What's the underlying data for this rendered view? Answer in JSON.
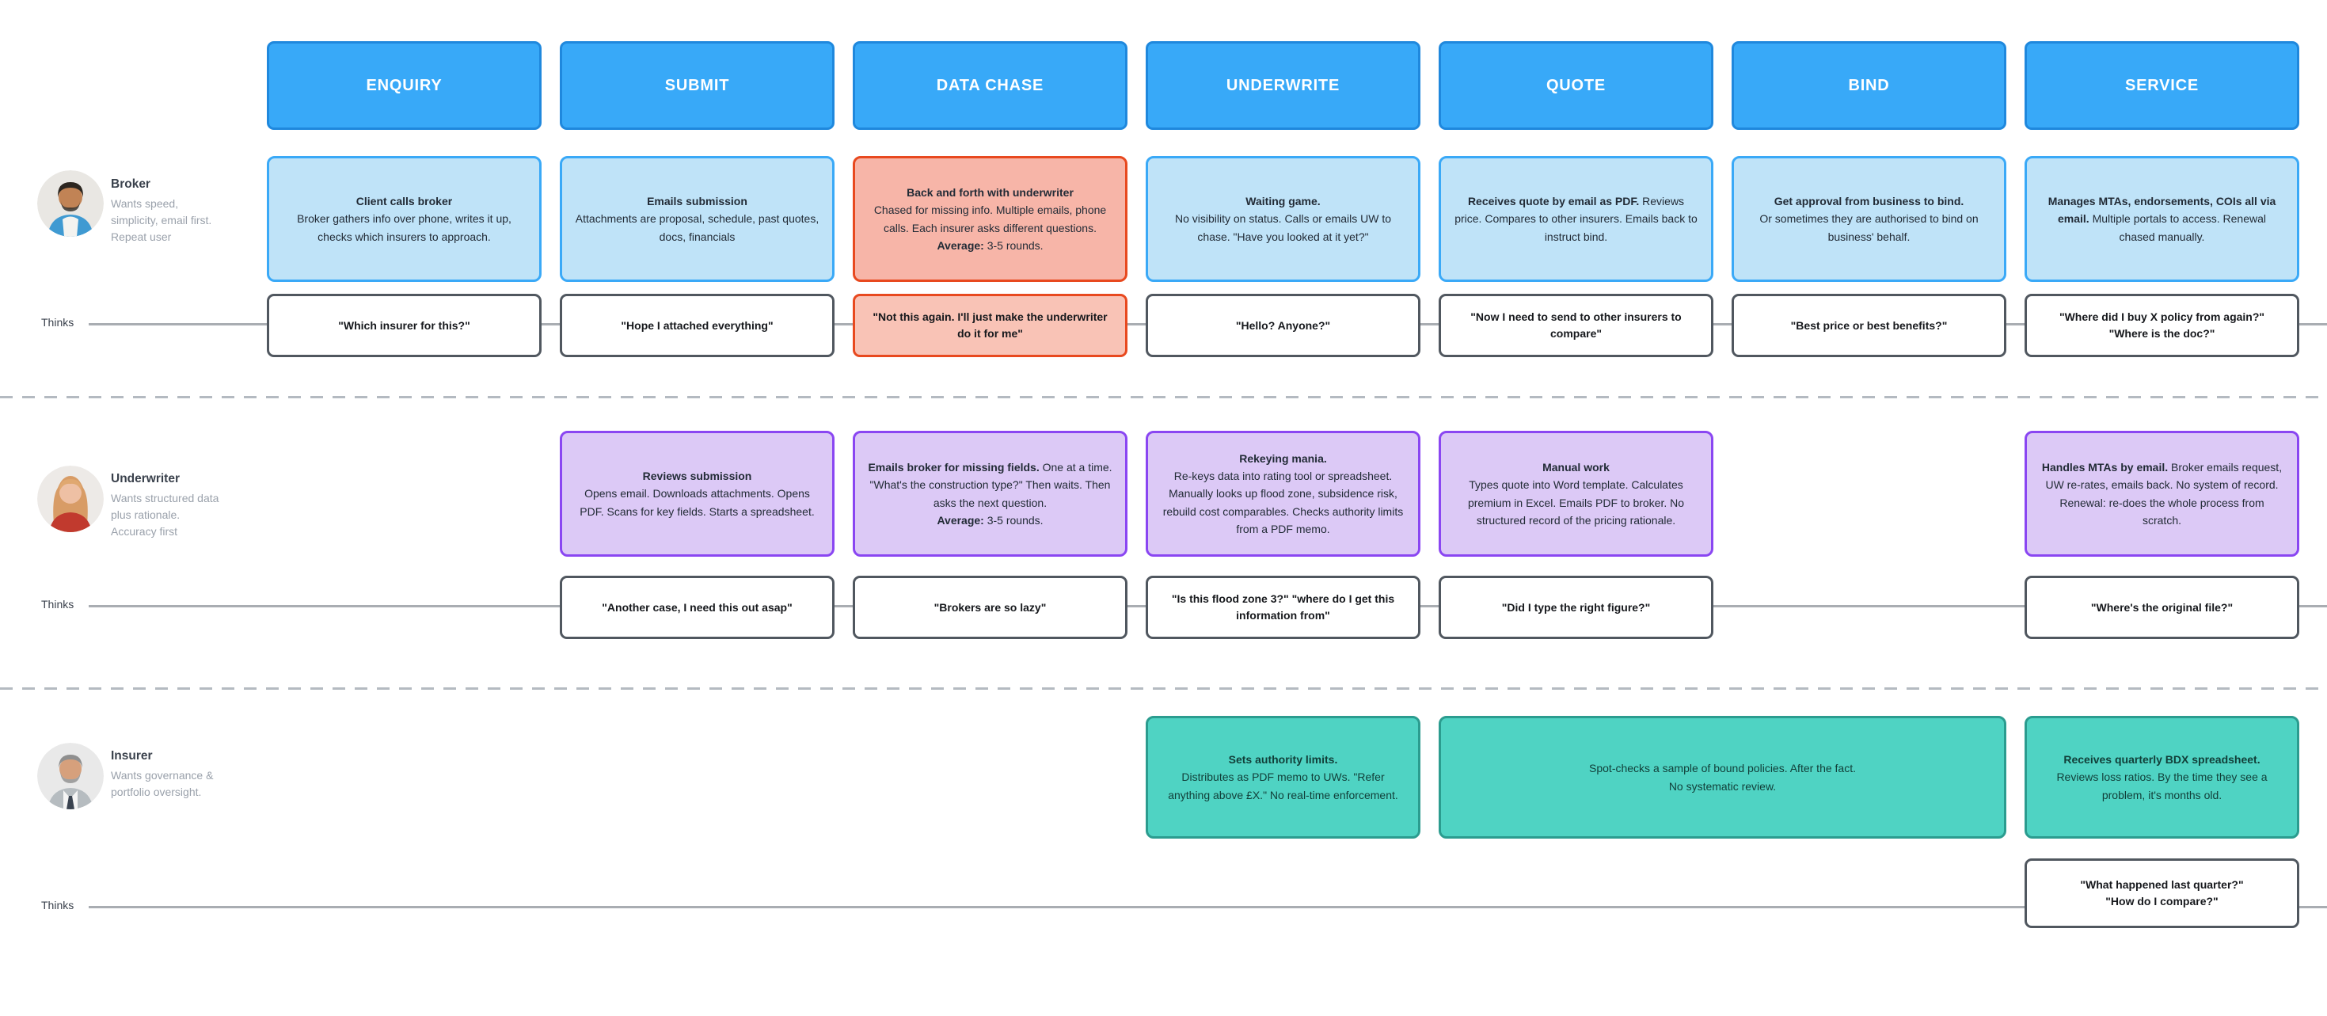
{
  "colors": {
    "stage_fill": "#38a9f8",
    "stage_border": "#1f88dd",
    "blue_fill": "#bfe3f8",
    "blue_border": "#3aa9f7",
    "red_fill": "#f7b5a8",
    "red_border": "#e8491f",
    "purple_fill": "#dcc9f6",
    "purple_border": "#8a46f2",
    "teal_fill": "#4fd3c3",
    "teal_border": "#2b9c8f",
    "thought_border": "#50575f",
    "line": "#a9adb2"
  },
  "stages": [
    {
      "label": "ENQUIRY"
    },
    {
      "label": "SUBMIT"
    },
    {
      "label": "DATA CHASE"
    },
    {
      "label": "UNDERWRITE"
    },
    {
      "label": "QUOTE"
    },
    {
      "label": "BIND"
    },
    {
      "label": "SERVICE"
    }
  ],
  "rows": [
    {
      "role": {
        "name": "Broker",
        "desc": "Wants speed,\nsimplicity, email first.\nRepeat user",
        "avatar": "broker-avatar"
      },
      "thinks_label": "Thinks",
      "actions": [
        {
          "col": 0,
          "span": 1,
          "variant": "blue",
          "segments": [
            {
              "text": "Client calls broker",
              "bold": true,
              "break_after": true
            },
            {
              "text": "Broker gathers info over phone, writes it up, checks which insurers to approach.",
              "bold": false
            }
          ]
        },
        {
          "col": 1,
          "span": 1,
          "variant": "blue",
          "segments": [
            {
              "text": "Emails submission",
              "bold": true,
              "break_after": true
            },
            {
              "text": "Attachments are proposal, schedule, past quotes, docs, financials",
              "bold": false
            }
          ]
        },
        {
          "col": 2,
          "span": 1,
          "variant": "red",
          "segments": [
            {
              "text": "Back and forth with underwriter",
              "bold": true,
              "break_after": true
            },
            {
              "text": "Chased for missing info. Multiple emails, phone calls. Each insurer asks different questions.",
              "bold": false,
              "break_after": true
            },
            {
              "text": "Average:",
              "bold": true
            },
            {
              "text": " 3-5 rounds.",
              "bold": false
            }
          ]
        },
        {
          "col": 3,
          "span": 1,
          "variant": "blue",
          "segments": [
            {
              "text": "Waiting game.",
              "bold": true,
              "break_after": true
            },
            {
              "text": "No visibility on status. Calls or emails UW to chase. \"Have you looked at it yet?\"",
              "bold": false
            }
          ]
        },
        {
          "col": 4,
          "span": 1,
          "variant": "blue",
          "segments": [
            {
              "text": "Receives quote by email as PDF.",
              "bold": true
            },
            {
              "text": " Reviews price. Compares to other insurers. Emails back to instruct bind.",
              "bold": false
            }
          ]
        },
        {
          "col": 5,
          "span": 1,
          "variant": "blue",
          "segments": [
            {
              "text": "Get approval from business to bind.",
              "bold": true,
              "break_after": true
            },
            {
              "text": "Or sometimes they are authorised to bind on business' behalf.",
              "bold": false
            }
          ]
        },
        {
          "col": 6,
          "span": 1,
          "variant": "blue",
          "segments": [
            {
              "text": "Manages MTAs, endorsements, COIs all via email.",
              "bold": true
            },
            {
              "text": " Multiple portals to access. Renewal chased manually.",
              "bold": false
            }
          ]
        }
      ],
      "thoughts": [
        {
          "col": 0,
          "variant": "default",
          "text": "\"Which insurer for this?\""
        },
        {
          "col": 1,
          "variant": "default",
          "text": "\"Hope I attached everything\""
        },
        {
          "col": 2,
          "variant": "red",
          "text": "\"Not this again. I'll just make the underwriter do it for me\""
        },
        {
          "col": 3,
          "variant": "default",
          "text": "\"Hello? Anyone?\""
        },
        {
          "col": 4,
          "variant": "default",
          "text": "\"Now I need to send to other insurers to compare\""
        },
        {
          "col": 5,
          "variant": "default",
          "text": "\"Best price or best benefits?\""
        },
        {
          "col": 6,
          "variant": "default",
          "text": "\"Where did I buy X policy from again?\" \"Where is the doc?\""
        }
      ]
    },
    {
      "role": {
        "name": "Underwriter",
        "desc": "Wants structured data\nplus rationale.\nAccuracy first",
        "avatar": "underwriter-avatar"
      },
      "thinks_label": "Thinks",
      "actions": [
        {
          "col": 1,
          "span": 1,
          "variant": "purple",
          "segments": [
            {
              "text": "Reviews submission",
              "bold": true,
              "break_after": true
            },
            {
              "text": "Opens email. Downloads attachments. Opens PDF. Scans for key fields. Starts a spreadsheet.",
              "bold": false
            }
          ]
        },
        {
          "col": 2,
          "span": 1,
          "variant": "purple",
          "segments": [
            {
              "text": "Emails broker for missing fields.",
              "bold": true
            },
            {
              "text": " One at a time. \"What's the construction type?\" Then waits. Then asks the next question.",
              "bold": false,
              "break_after": true
            },
            {
              "text": "Average:",
              "bold": true
            },
            {
              "text": " 3-5 rounds.",
              "bold": false
            }
          ]
        },
        {
          "col": 3,
          "span": 1,
          "variant": "purple",
          "segments": [
            {
              "text": "Rekeying mania.",
              "bold": true,
              "break_after": true
            },
            {
              "text": "Re-keys data into rating tool or spreadsheet. Manually looks up flood zone, subsidence risk, rebuild cost comparables. Checks authority limits from a PDF memo.",
              "bold": false
            }
          ]
        },
        {
          "col": 4,
          "span": 1,
          "variant": "purple",
          "segments": [
            {
              "text": "Manual work",
              "bold": true,
              "break_after": true
            },
            {
              "text": "Types quote into Word template. Calculates premium in Excel. Emails PDF to broker. No structured record of the pricing rationale.",
              "bold": false
            }
          ]
        },
        {
          "col": 6,
          "span": 1,
          "variant": "purple",
          "segments": [
            {
              "text": "Handles MTAs by email.",
              "bold": true
            },
            {
              "text": " Broker emails request, UW re-rates, emails back. No system of record. Renewal: re-does the whole process from scratch.",
              "bold": false
            }
          ]
        }
      ],
      "thoughts": [
        {
          "col": 1,
          "variant": "default",
          "text": "\"Another case, I need this out asap\""
        },
        {
          "col": 2,
          "variant": "default",
          "text": "\"Brokers are so lazy\""
        },
        {
          "col": 3,
          "variant": "default",
          "text": "\"Is this flood zone 3?\" \"where do I get this information from\""
        },
        {
          "col": 4,
          "variant": "default",
          "text": "\"Did I type the right figure?\""
        },
        {
          "col": 6,
          "variant": "default",
          "text": "\"Where's the original file?\""
        }
      ]
    },
    {
      "role": {
        "name": "Insurer",
        "desc": "Wants governance &\nportfolio oversight.",
        "avatar": "insurer-avatar"
      },
      "thinks_label": "Thinks",
      "actions": [
        {
          "col": 3,
          "span": 1,
          "variant": "teal",
          "segments": [
            {
              "text": "Sets authority limits.",
              "bold": true,
              "break_after": true
            },
            {
              "text": "Distributes as PDF memo to UWs. \"Refer anything above £X.\" No real-time enforcement.",
              "bold": false
            }
          ]
        },
        {
          "col": 4,
          "span": 2,
          "variant": "teal",
          "segments": [
            {
              "text": "Spot-checks a sample of bound policies. After the fact.",
              "bold": false,
              "break_after": true
            },
            {
              "text": "No systematic review.",
              "bold": false
            }
          ]
        },
        {
          "col": 6,
          "span": 1,
          "variant": "teal",
          "segments": [
            {
              "text": "Receives quarterly BDX spreadsheet.",
              "bold": true,
              "break_after": true
            },
            {
              "text": "Reviews loss ratios. By the time they see a problem, it's months old.",
              "bold": false
            }
          ]
        }
      ],
      "thoughts": [
        {
          "col": 6,
          "variant": "default",
          "text": "\"What happened last quarter?\"\n\"How do I compare?\""
        }
      ]
    }
  ]
}
